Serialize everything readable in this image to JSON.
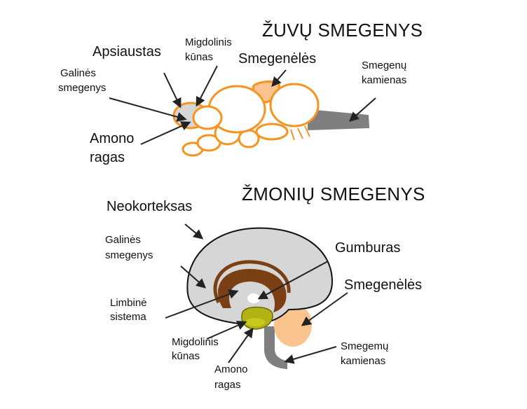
{
  "fish": {
    "title": "ŽUVŲ SMEGENYS",
    "labels": {
      "apsiaustas": "Apsiaustas",
      "migdolinis_1": "Migdolinis",
      "migdolinis_2": "kūnas",
      "smegeneles": "Smegenėlės",
      "galines_1": "Galinės",
      "galines_2": "smegenys",
      "kamienas_1": "Smegenų",
      "kamienas_2": "kamienas",
      "amono_1": "Amono",
      "amono_2": "ragas"
    }
  },
  "human": {
    "title": "ŽMONIŲ SMEGENYS",
    "labels": {
      "neokorteksas": "Neokorteksas",
      "galines_1": "Galinės",
      "galines_2": "smegenys",
      "gumburas": "Gumburas",
      "smegeneles": "Smegenėlės",
      "limbine_1": "Limbinė",
      "limbine_2": "sistema",
      "migdolinis_1": "Migdolinis",
      "migdolinis_2": "kūnas",
      "kamienas_1": "Smegemų",
      "kamienas_2": "kamienas",
      "amono_1": "Amono",
      "amono_2": "ragas"
    }
  },
  "colors": {
    "orange_outline": "#f7931e",
    "orange_fill": "#fbc48f",
    "gray_fill": "#d6d6d6",
    "gray_stem": "#7f7f7f",
    "brown": "#7a3f12",
    "olive": "#b3b215",
    "arrow": "#222222"
  }
}
